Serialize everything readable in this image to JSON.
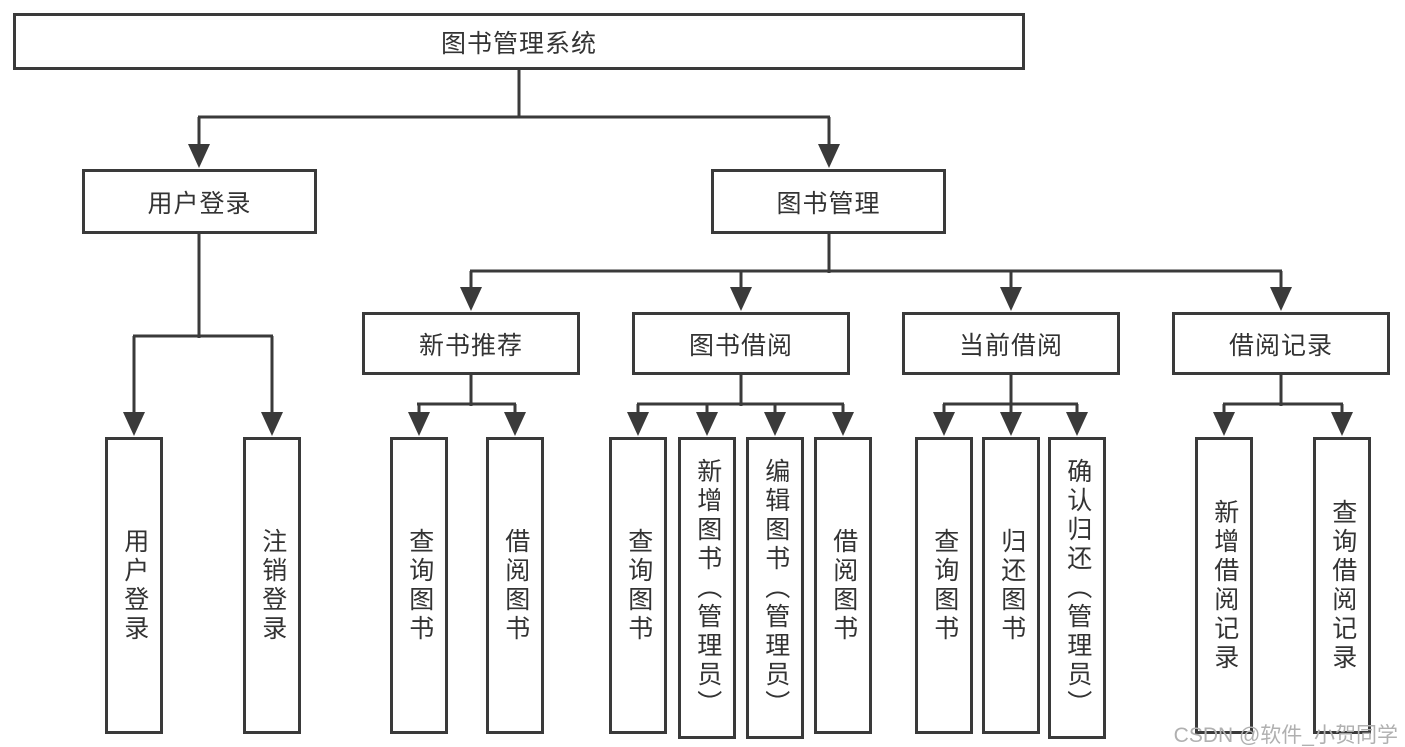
{
  "diagram": {
    "root": {
      "label": "图书管理系统"
    },
    "branches": [
      {
        "label": "用户登录",
        "children": [
          {
            "label": "用户登录"
          },
          {
            "label": "注销登录"
          }
        ]
      },
      {
        "label": "图书管理",
        "children": [
          {
            "label": "新书推荐",
            "children": [
              {
                "label": "查询图书"
              },
              {
                "label": "借阅图书"
              }
            ]
          },
          {
            "label": "图书借阅",
            "children": [
              {
                "label": "查询图书"
              },
              {
                "label": "新增图书（管理员）"
              },
              {
                "label": "编辑图书（管理员）"
              },
              {
                "label": "借阅图书"
              }
            ]
          },
          {
            "label": "当前借阅",
            "children": [
              {
                "label": "查询图书"
              },
              {
                "label": "归还图书"
              },
              {
                "label": "确认归还（管理员）"
              }
            ]
          },
          {
            "label": "借阅记录",
            "children": [
              {
                "label": "新增借阅记录"
              },
              {
                "label": "查询借阅记录"
              }
            ]
          }
        ]
      }
    ]
  },
  "watermark": "CSDN @软件_小贺同学",
  "colors": {
    "line": "#3a3a3a",
    "text": "#333333",
    "watermark": "#b0b0b0",
    "background": "#ffffff"
  }
}
